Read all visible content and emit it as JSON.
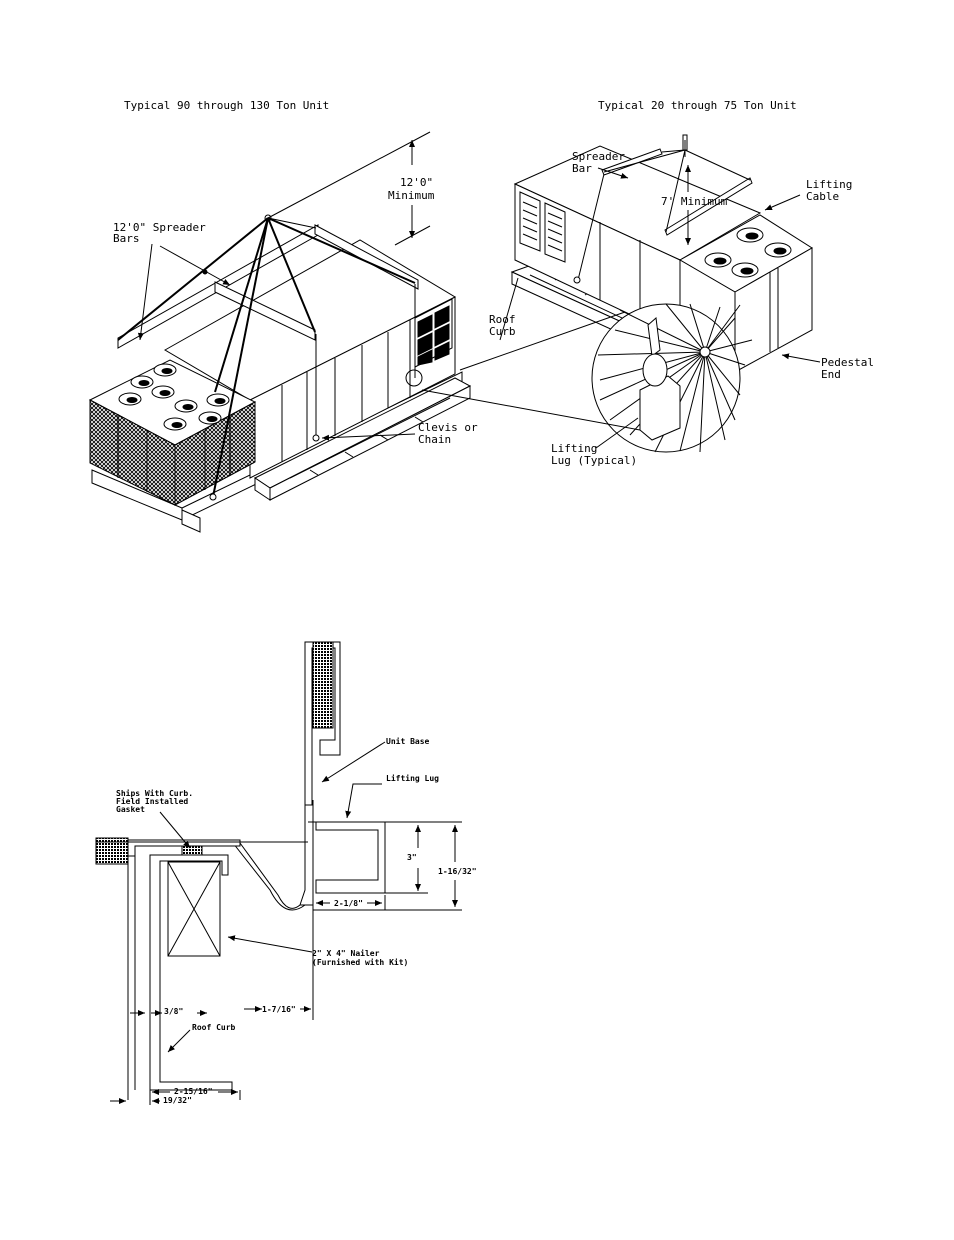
{
  "figure_top": {
    "left_title": "Typical 90 through 130 Ton Unit",
    "right_title": "Typical 20 through 75 Ton Unit",
    "labels": {
      "min_12": [
        "12'0\"",
        "Minimum"
      ],
      "spreader_bars": [
        "12'0\"  Spreader",
        "Bars"
      ],
      "spreader_bar": [
        "Spreader",
        "Bar"
      ],
      "min_7": "7' Minimum",
      "lifting_cable": [
        "Lifting",
        "Cable"
      ],
      "roof_curb": [
        "Roof",
        "Curb"
      ],
      "pedestal_end": [
        "Pedestal",
        "End"
      ],
      "clevis": [
        "Clevis  or",
        "Chain"
      ],
      "lifting_lug": [
        "Lifting",
        "Lug (Typical)"
      ]
    }
  },
  "figure_bottom": {
    "labels": {
      "unit_base": "Unit Base",
      "lifting_lug": "Lifting Lug",
      "gasket": [
        "Ships With Curb.",
        "Field Installed",
        "Gasket"
      ],
      "nailer": [
        "2\" X 4\" Nailer",
        "(Furnished with Kit)"
      ],
      "roof_curb": "Roof Curb"
    },
    "dimensions": {
      "d_3": "3\"",
      "d_1_16_32": "1-16/32\"",
      "d_2_1_8": "2-1/8\"",
      "d_3_8": "3/8\"",
      "d_1_7_16": "1-7/16\"",
      "d_2_15_16": "2-15/16\"",
      "d_19_32": "19/32\""
    }
  }
}
